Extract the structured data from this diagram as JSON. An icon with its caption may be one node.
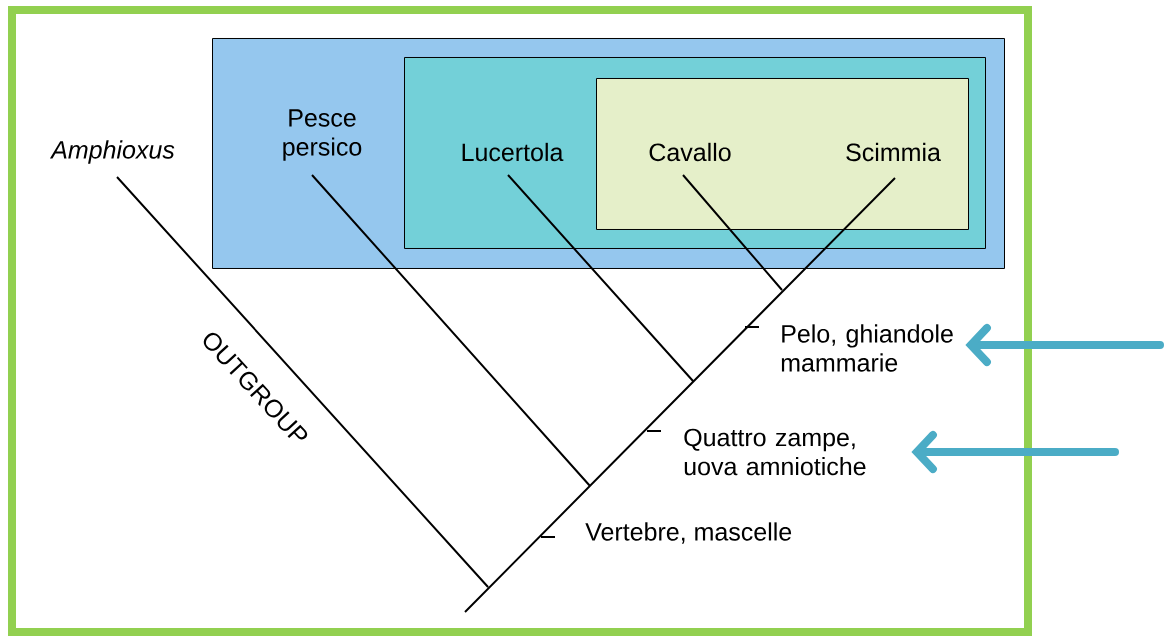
{
  "diagram": {
    "nodes": [
      {
        "text": [],
        "shape": "box"
      },
      {
        "text": [],
        "shape": "box",
        "in": 0
      },
      {
        "text": [],
        "shape": "box",
        "in": 1
      },
      {
        "text": [
          "Amphioxus"
        ]
      },
      {
        "text": [
          "Pesce persico"
        ],
        "in": 0
      },
      {
        "text": [
          "Lucertola"
        ],
        "in": 1
      },
      {
        "text": [
          "Cavallo"
        ],
        "in": 2
      },
      {
        "text": [
          "Scimmia"
        ],
        "in": 2
      },
      {
        "text": [
          "Pelo, ghiandole mammarie"
        ]
      },
      {
        "text": [
          "Quattro zampe, uova amniotiche"
        ]
      }
    ],
    "edges": [
      {
        "from": null,
        "to": 8,
        "arrow": "to"
      },
      {
        "from": null,
        "to": 9,
        "arrow": "to"
      }
    ],
    "labels": [
      "OUTGROUP",
      "Vertebre, mascelle"
    ]
  }
}
